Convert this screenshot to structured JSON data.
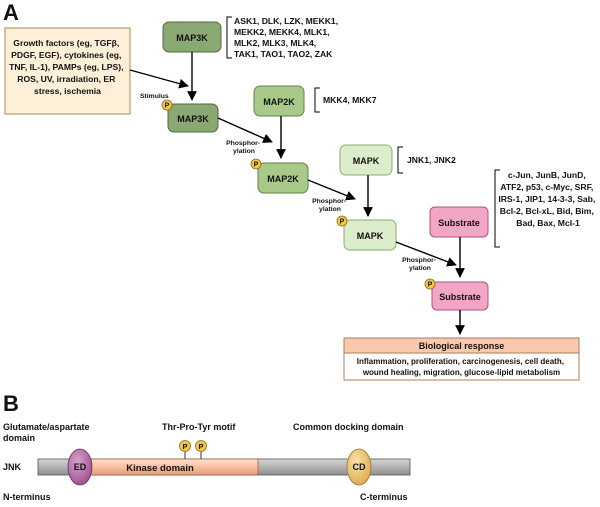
{
  "panel_a": {
    "label": "A",
    "stimuli_lines": [
      "Growth factors (eg, TGFβ,",
      "PDGF, EGF), cytokines (eg,",
      "TNF, IL-1), PAMPs (eg, LPS),",
      "ROS, UV, irradiation, ER",
      "stress, ischemia"
    ],
    "nodes": {
      "map3k": "MAP3K",
      "map3k_p": "MAP3K",
      "map2k": "MAP2K",
      "map2k_p": "MAP2K",
      "mapk": "MAPK",
      "mapk_p": "MAPK",
      "substrate": "Substrate",
      "substrate_p": "Substrate"
    },
    "phospho_symbol": "P",
    "arrow_labels": {
      "stimulus": "Stimulus",
      "phos1_a": "Phosphor-",
      "phos1_b": "ylation",
      "phos2_a": "Phosphor-",
      "phos2_b": "ylation",
      "phos3_a": "Phosphor-",
      "phos3_b": "ylation"
    },
    "lists": {
      "map3k_members": [
        "ASK1, DLK, LZK, MEKK1,",
        "MEKK2, MEKK4, MLK1,",
        "MLK2, MLK3,  MLK4,",
        "TAK1, TAO1, TAO2, ZAK"
      ],
      "map2k_members": [
        "MKK4, MKK7"
      ],
      "mapk_members": [
        "JNK1, JNK2"
      ],
      "substrate_members": [
        "c-Jun, JunB, JunD,",
        "ATF2, p53, c-Myc, SRF,",
        "IRS-1, JIP1, 14-3-3, Sab,",
        "Bcl-2, Bcl-xL, Bid, Bim,",
        "Bad, Bax, Mcl-1"
      ]
    },
    "response": {
      "title": "Biological response",
      "lines": [
        "Inflammation, proliferation, carcinogenesis, cell death,",
        "wound healing, migration, glucose-lipid metabolism"
      ]
    }
  },
  "panel_b": {
    "label": "B",
    "protein_name": "JNK",
    "domains": {
      "ed": "ED",
      "kinase": "Kinase domain",
      "cd": "CD"
    },
    "annotations": {
      "glutamate_a": "Glutamate/aspartate",
      "glutamate_b": "domain",
      "motif": "Thr-Pro-Tyr motif",
      "docking": "Common docking domain",
      "n_term": "N-terminus",
      "c_term": "C-terminus"
    },
    "phospho_symbol": "P"
  },
  "colors": {
    "map3k": "#8aa872",
    "map2k": "#a8c98a",
    "mapk": "#dcedcb",
    "substrate": "#f2a6c6",
    "stimulus_box": "#fdefd8",
    "response_title_bg": "#f9c9ad",
    "kinase_domain": "#f9c3a5",
    "ed_domain": "#b46aa6",
    "cd_domain": "#f1c978",
    "phospho": "#f3c843",
    "bar": "#b4b4b4"
  }
}
